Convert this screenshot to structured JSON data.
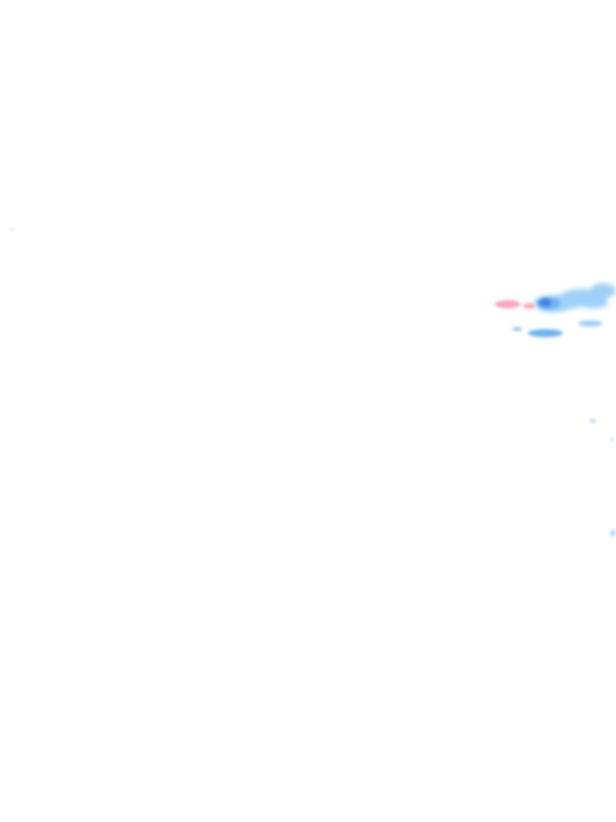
{
  "map": {
    "background_color": "#ffffff",
    "palette": {
      "light_blue": "#9fd0f8",
      "mid_blue": "#6fb2f0",
      "dark_blue": "#3f7fe0",
      "pink": "#f6a6bc",
      "speck": "#dbe7f2"
    },
    "echoes": [
      {
        "name": "stray-speck-echo",
        "color": "speck"
      },
      {
        "name": "pink-echo",
        "color": "pink"
      },
      {
        "name": "main-blue-band-echo",
        "color": "light_blue"
      },
      {
        "name": "core-blue-echo",
        "color": "mid_blue"
      },
      {
        "name": "core-dark-blue-echo",
        "color": "dark_blue"
      },
      {
        "name": "lower-blue-echo",
        "color": "mid_blue"
      },
      {
        "name": "small-right-blue-echo",
        "color": "light_blue"
      },
      {
        "name": "isolated-blue-speck-echo",
        "color": "light_blue"
      },
      {
        "name": "edge-blue-speck-echo",
        "color": "light_blue"
      }
    ]
  }
}
